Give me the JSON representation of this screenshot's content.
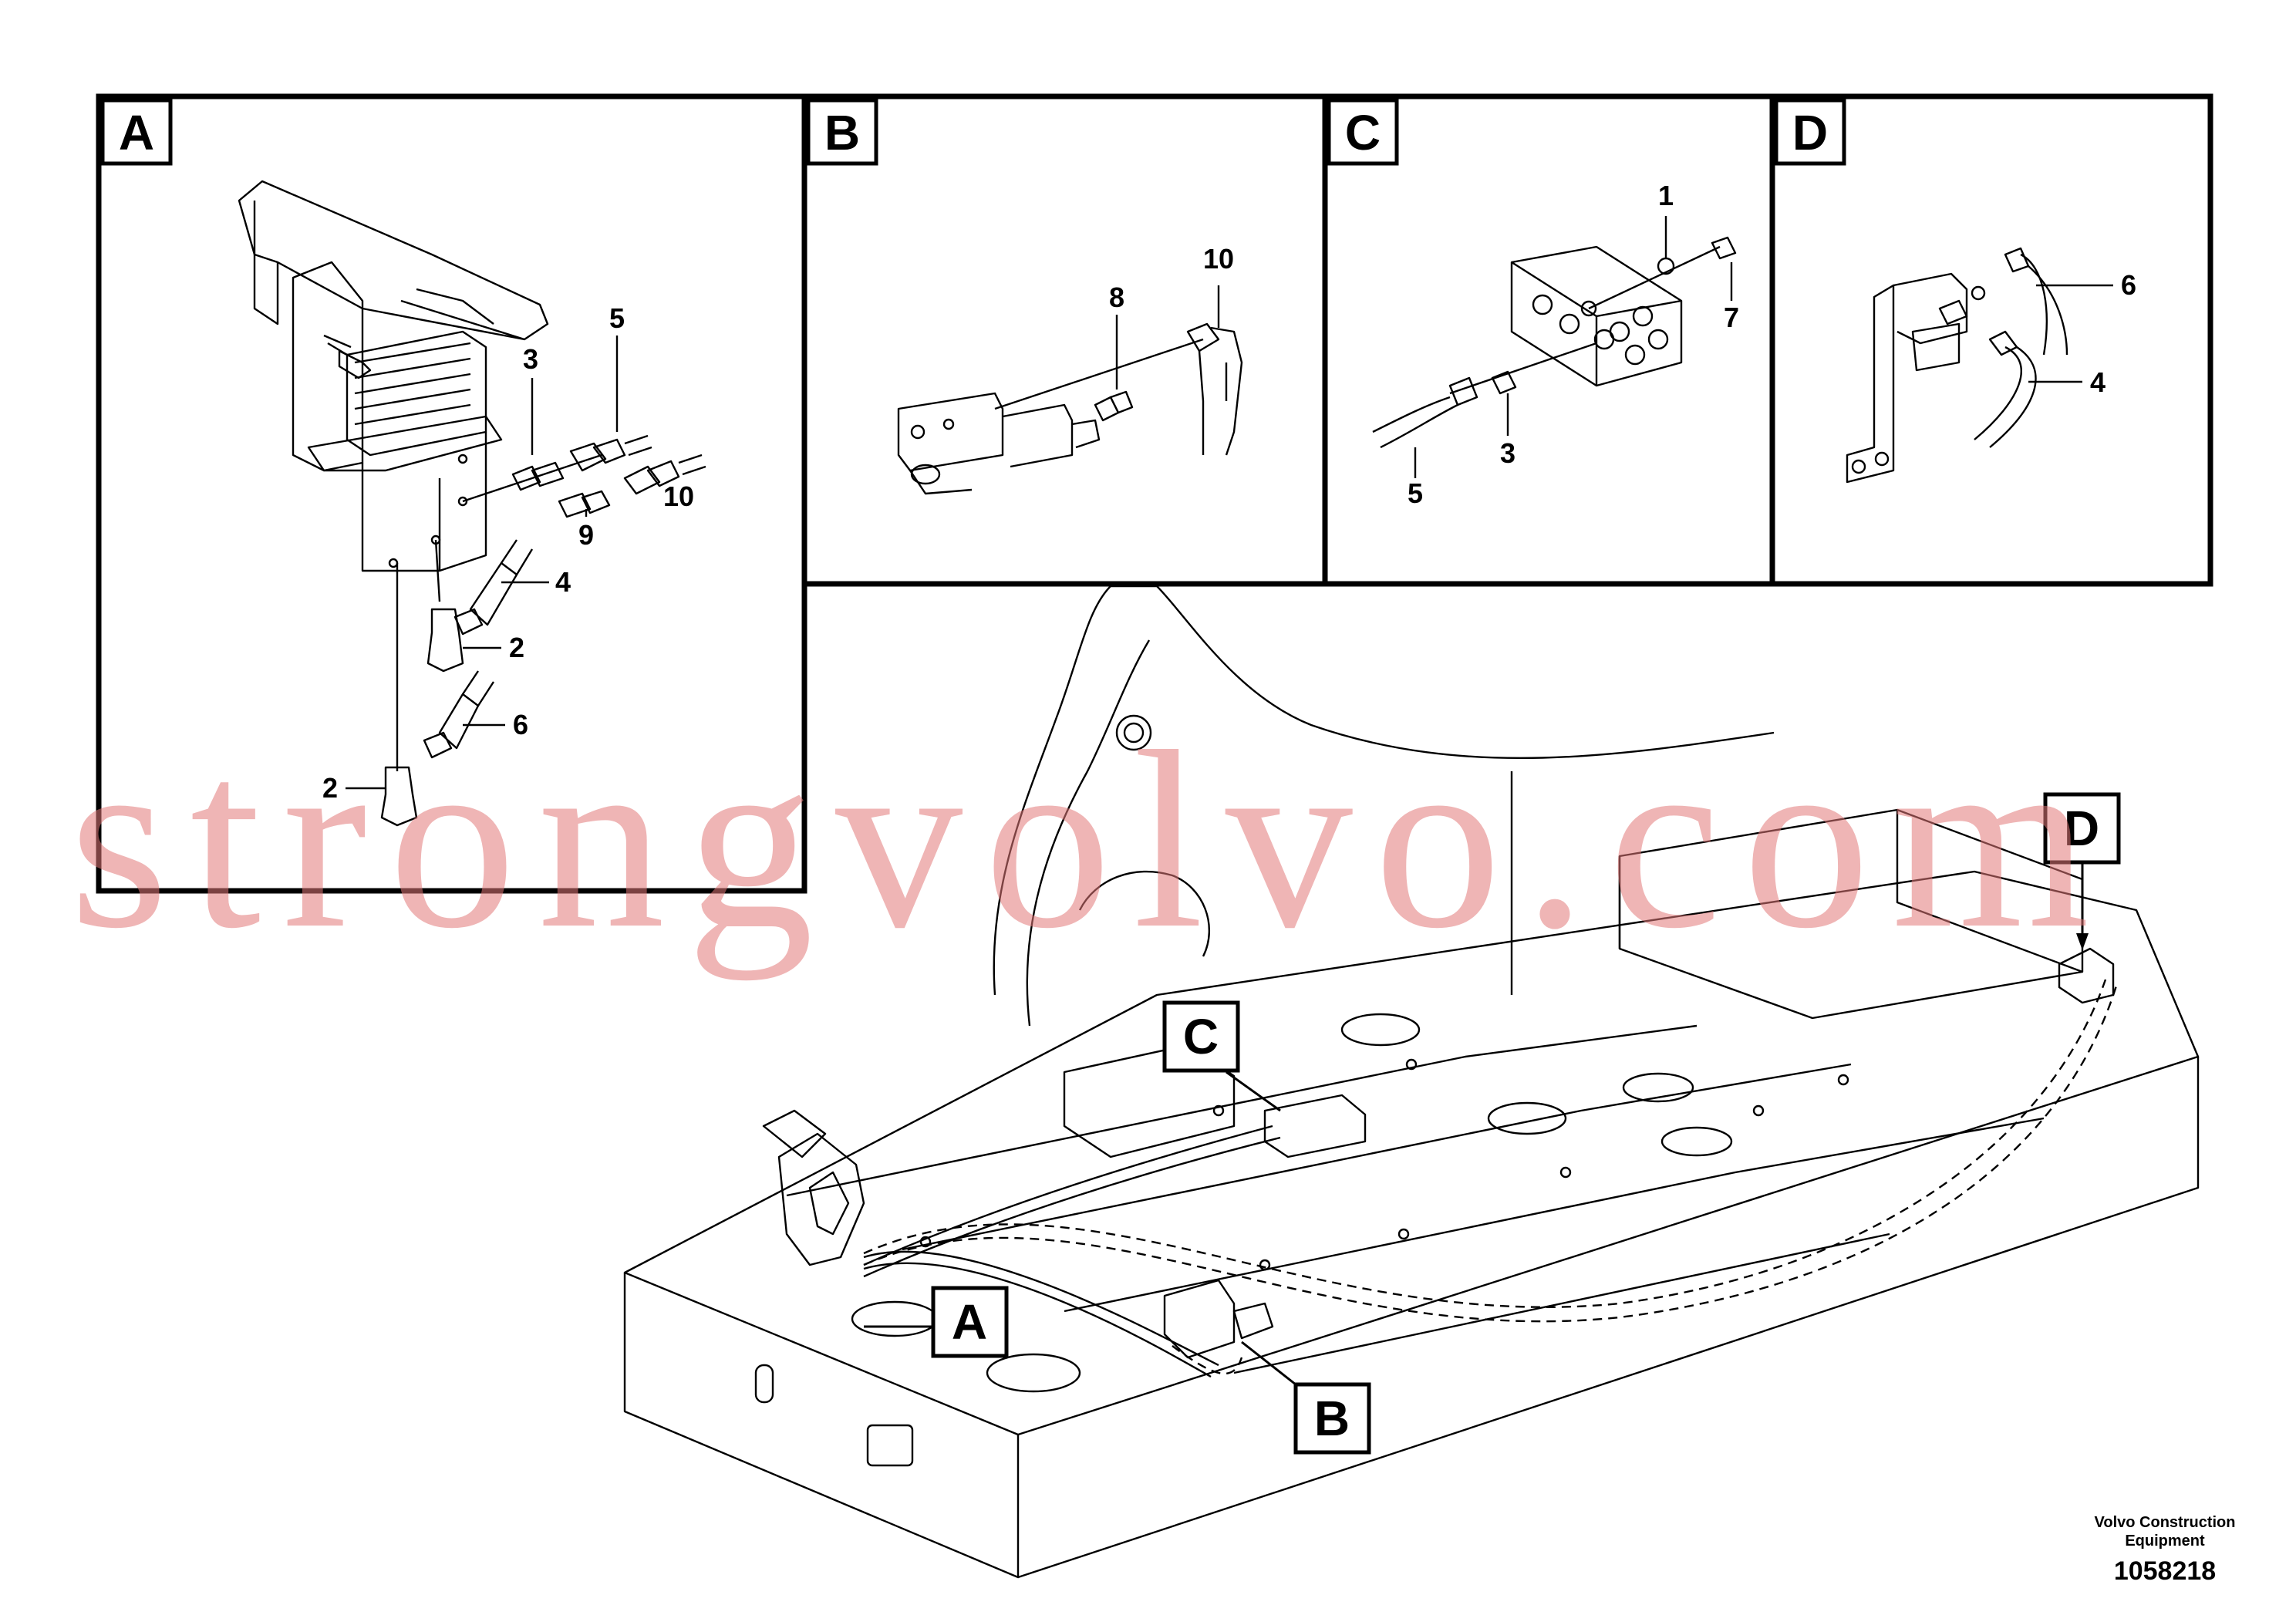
{
  "panels": [
    {
      "letter": "A"
    },
    {
      "letter": "B"
    },
    {
      "letter": "C"
    },
    {
      "letter": "D"
    }
  ],
  "panel_a": {
    "labels": [
      "3",
      "5",
      "9",
      "10",
      "4",
      "2",
      "6",
      "2"
    ]
  },
  "panel_b": {
    "labels": [
      "8",
      "10"
    ]
  },
  "panel_c": {
    "labels": [
      "1",
      "7",
      "5",
      "3"
    ]
  },
  "panel_d": {
    "labels": [
      "6",
      "4"
    ]
  },
  "overview_callouts": {
    "a": "A",
    "b": "B",
    "c": "C",
    "d": "D"
  },
  "footer": {
    "company": "Volvo Construction Equipment",
    "document_id": "1058218"
  },
  "watermark": "strongvolvo.com",
  "colors": {
    "line": "#000000",
    "watermark": "#e07878",
    "background": "#ffffff"
  }
}
